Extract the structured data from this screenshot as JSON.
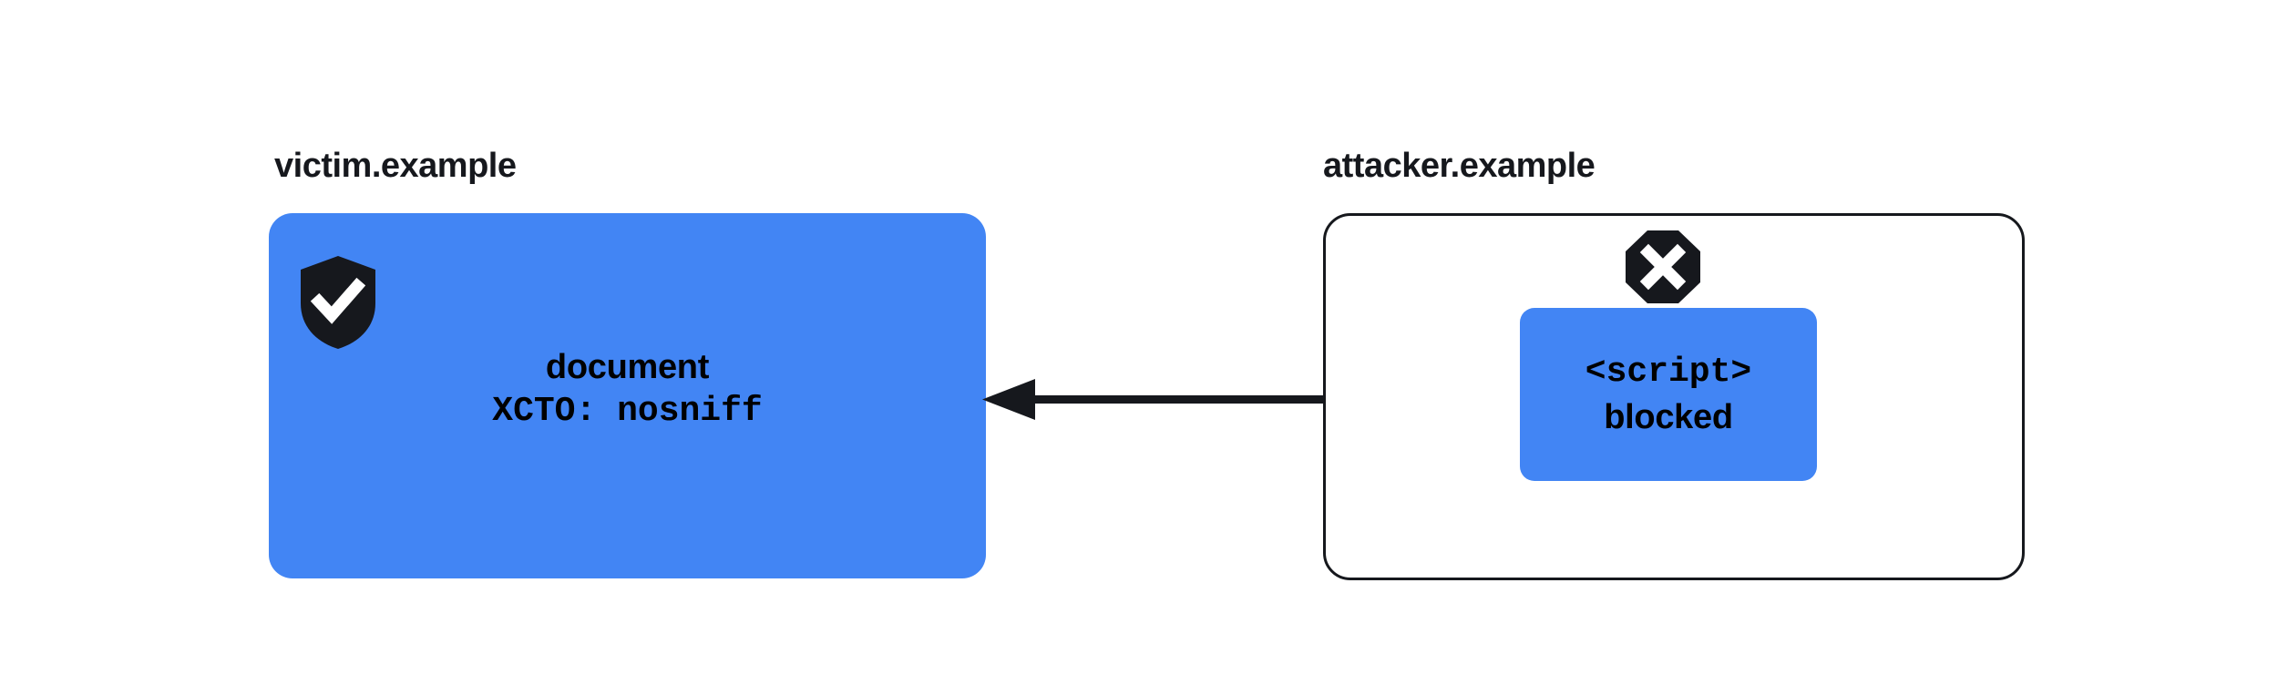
{
  "diagram": {
    "background_color": "#ffffff",
    "accent_color": "#4285f4",
    "ink_color": "#16181d",
    "victim": {
      "label": "victim.example",
      "badge_icon": "shield-check-icon",
      "resource_label": "document",
      "header_label": "XCTO: nosniff"
    },
    "attacker": {
      "label": "attacker.example",
      "badge_icon": "octagon-x-icon",
      "element_label": "<script>",
      "status_label": "blocked"
    },
    "arrow": {
      "icon": "arrow-left-icon",
      "direction": "right-to-left"
    }
  }
}
